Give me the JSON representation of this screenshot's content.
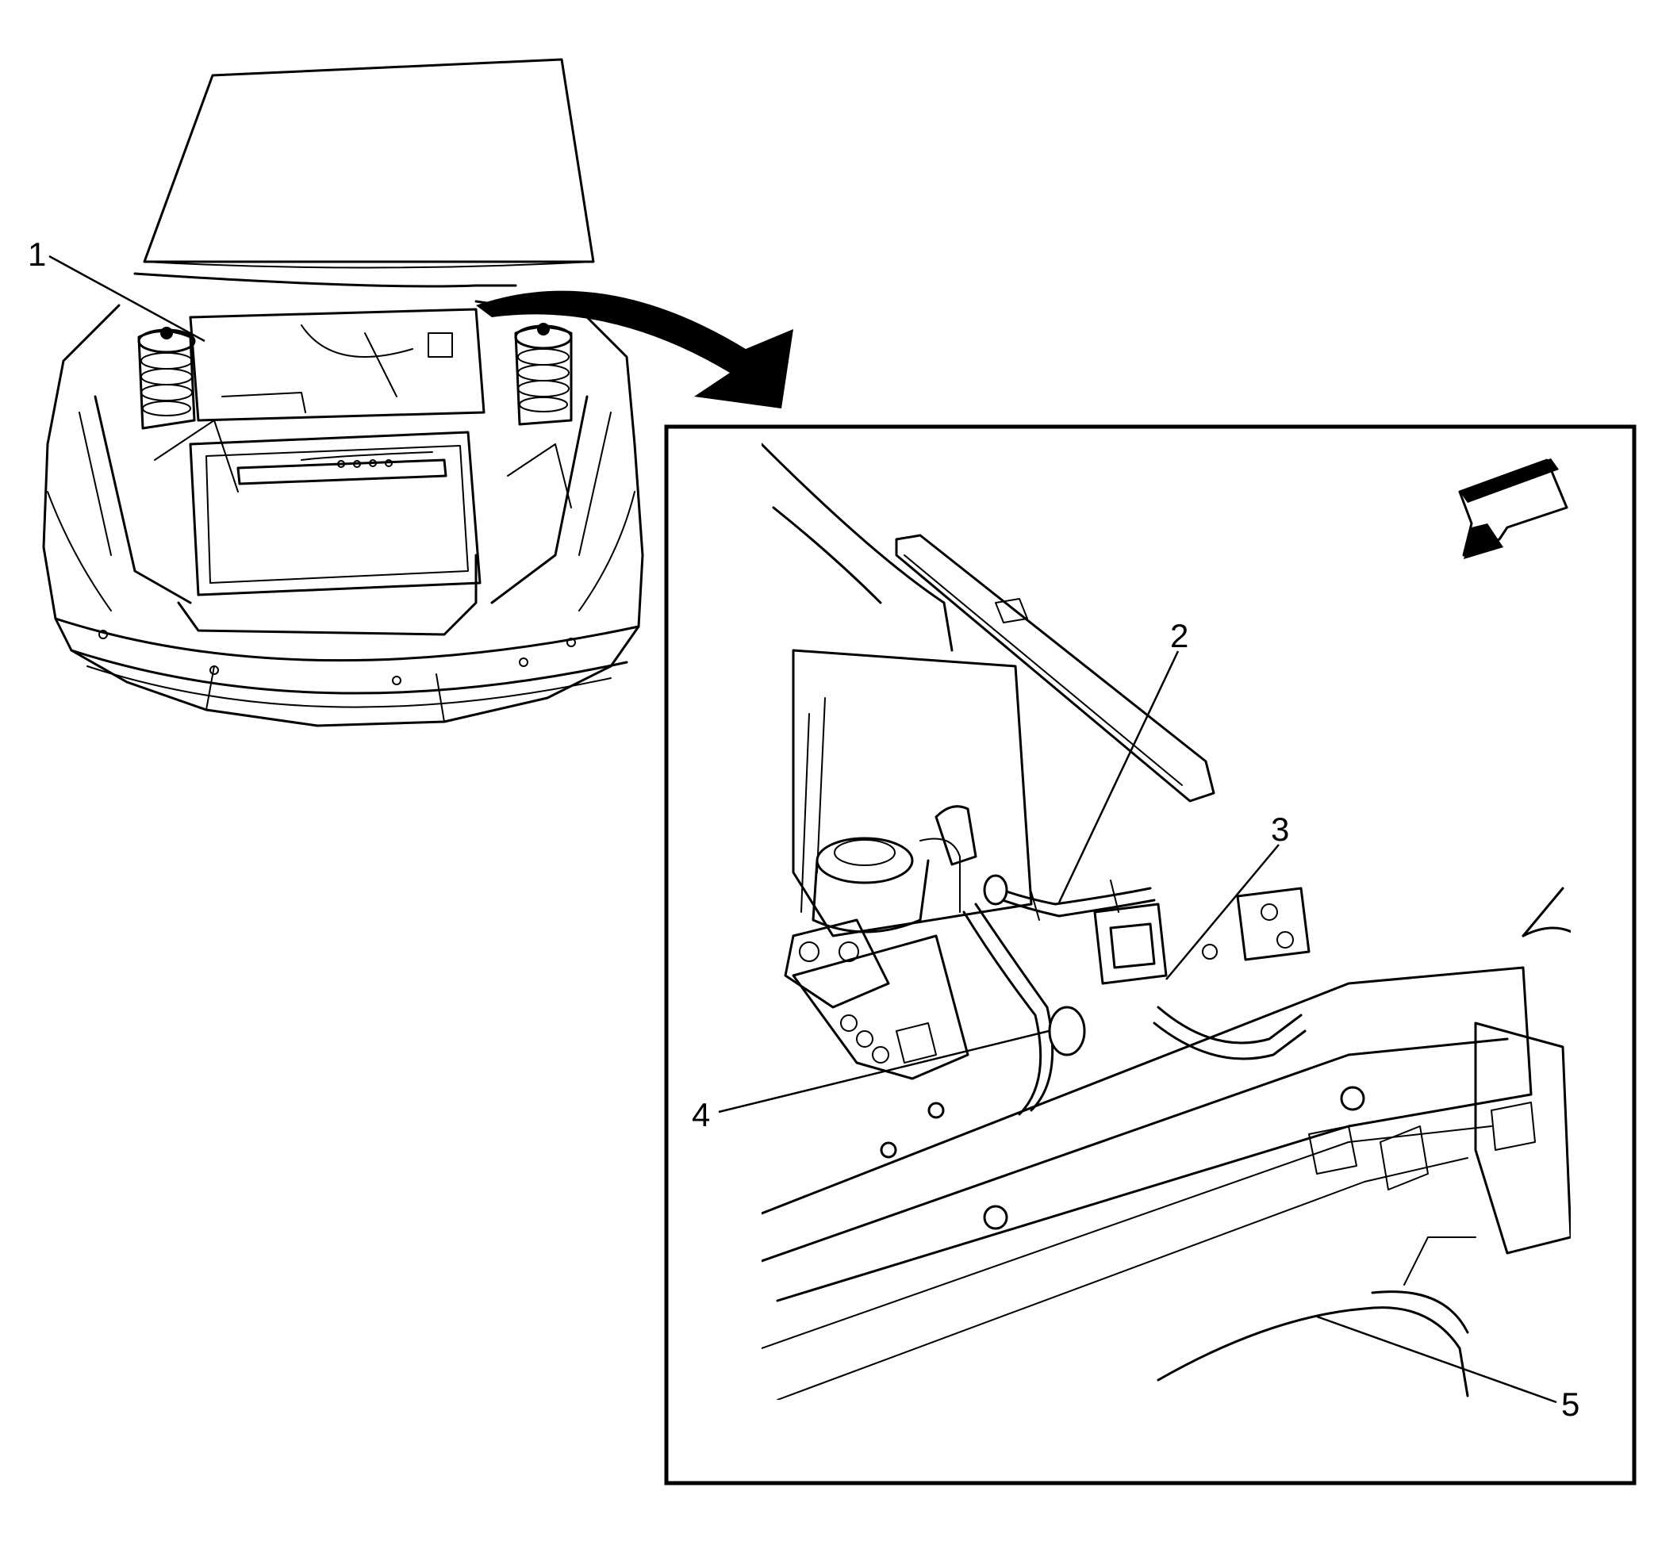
{
  "callouts": [
    {
      "id": "1",
      "label": "1"
    },
    {
      "id": "2",
      "label": "2"
    },
    {
      "id": "3",
      "label": "3"
    },
    {
      "id": "4",
      "label": "4"
    },
    {
      "id": "5",
      "label": "5"
    }
  ],
  "icons": {
    "overview": "vehicle-front-overview-icon",
    "detail": "engine-compartment-detail-icon",
    "pointer": "curved-pointer-arrow-icon",
    "orientation": "orientation-arrow-icon"
  },
  "colors": {
    "line": "#000000",
    "background": "#ffffff"
  }
}
